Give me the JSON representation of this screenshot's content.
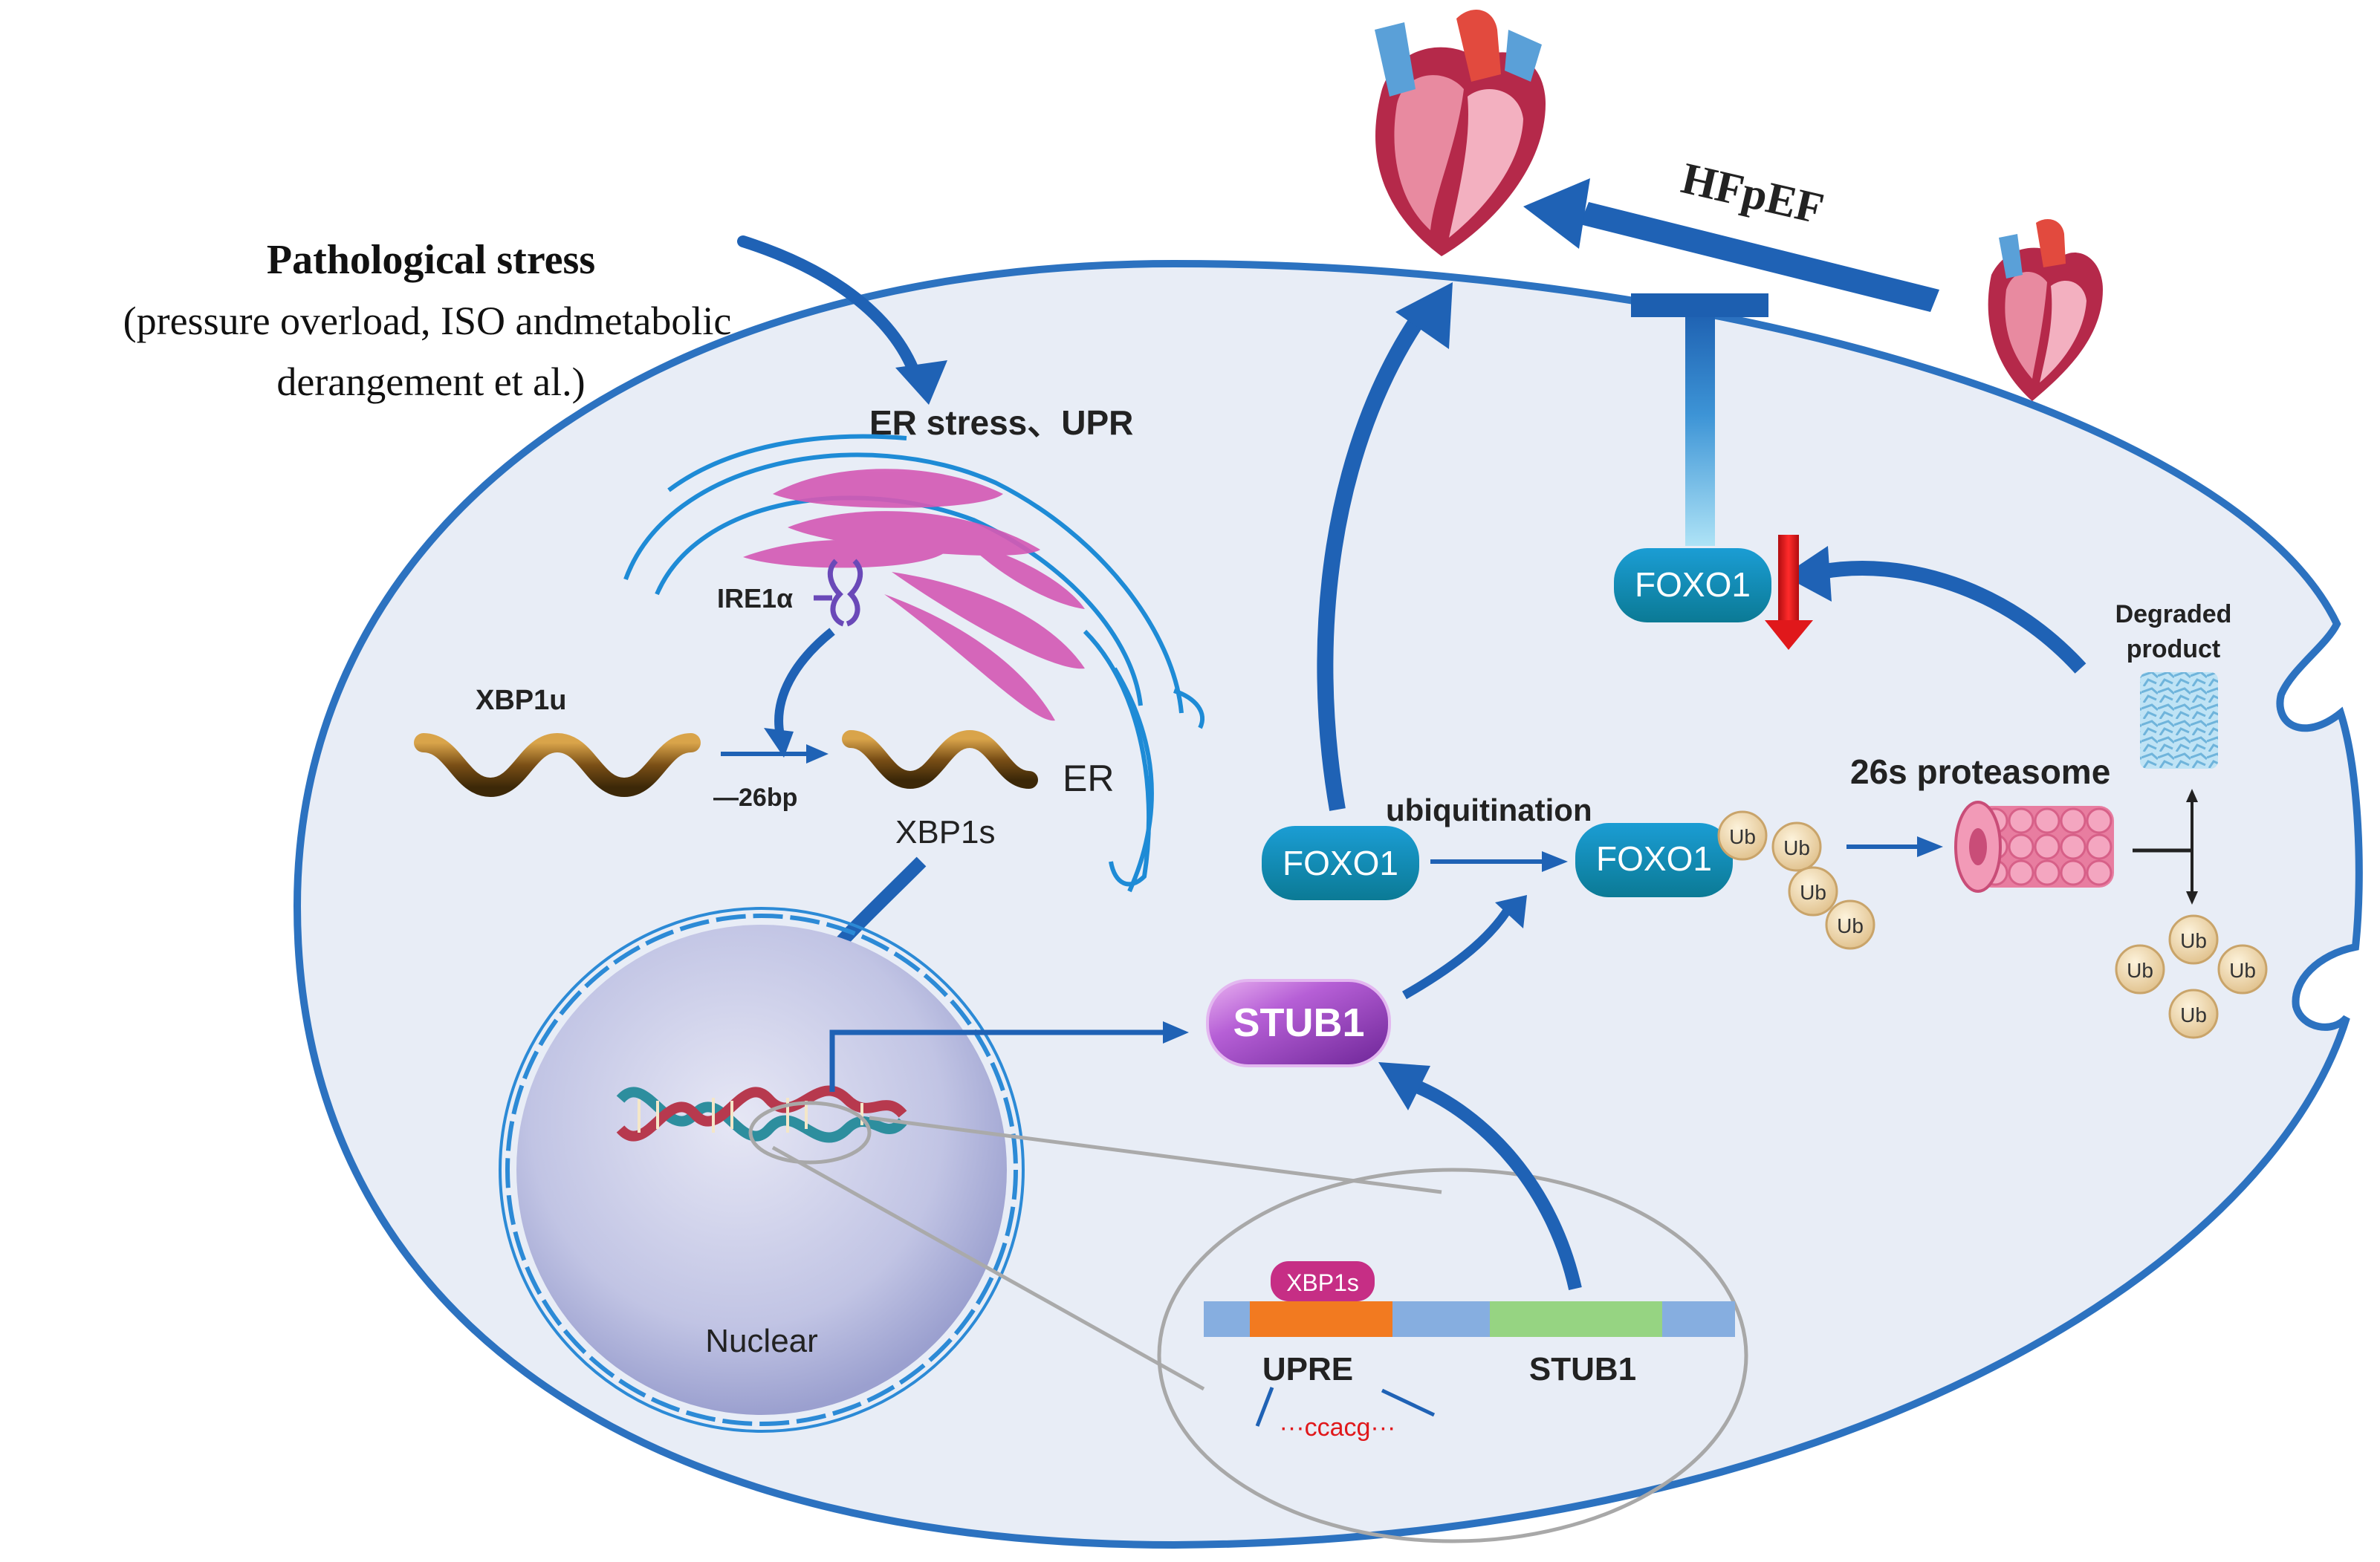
{
  "stress": {
    "title": "Pathological stress",
    "line1": "(pressure overload, ISO andmetabolic",
    "line2": "derangement et al.)"
  },
  "er_stress": "ER stress、UPR",
  "ire1a": "IRE1α",
  "xbp1u": "XBP1u",
  "minus26": "—26bp",
  "xbp1s": "XBP1s",
  "er": "ER",
  "nuclear": "Nuclear",
  "stub1_protein": "STUB1",
  "foxo1": "FOXO1",
  "ubiquitination": "ubiquitination",
  "ub": "Ub",
  "proteasome": "26s proteasome",
  "degraded_line1": "Degraded",
  "degraded_line2": "product",
  "hfpef": "HFpEF",
  "gene": {
    "xbp1s_tag": "XBP1s",
    "upre": "UPRE",
    "stub1": "STUB1",
    "sequence": "···ccacg···"
  },
  "colors": {
    "cell_fill": "#e8edf6",
    "cell_stroke": "#2c72c0",
    "arrow_blue": "#1f62b5",
    "foxo_teal": "#0e8fb5",
    "stub1_purple": "#a14fc9",
    "er_pink": "#d45bb5",
    "upre_orange": "#f27a20",
    "stub1_green": "#96d482",
    "gene_blue": "#86aee0",
    "down_red": "#e0181b"
  }
}
